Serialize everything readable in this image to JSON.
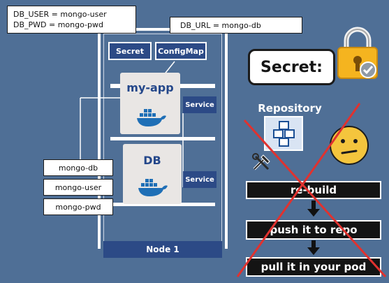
{
  "env_config": {
    "user_line": "DB_USER = mongo-user",
    "pwd_line": "DB_PWD = mongo-pwd",
    "url_line": "DB_URL = mongo-db"
  },
  "node": {
    "label": "Node 1",
    "secret_label": "Secret",
    "configmap_label": "ConfigMap",
    "app_pod_label": "my-app",
    "db_pod_label": "DB",
    "service_labels": [
      "Service",
      "Service"
    ]
  },
  "credentials": [
    "mongo-db",
    "mongo-user",
    "mongo-pwd"
  ],
  "secret_panel": {
    "title": "Secret:"
  },
  "repository": {
    "label": "Repository"
  },
  "steps": [
    "re-build",
    "push it to repo",
    "pull it in your pod"
  ],
  "colors": {
    "background": "#4f6f96",
    "node_bar": "#2c4a86",
    "cross": "#e0322f",
    "lock": "#f5b41f"
  },
  "icons": [
    "docker-whale-icon",
    "padlock-icon",
    "checkmark-badge-icon",
    "repository-cubes-icon",
    "tools-icon",
    "neutral-face-icon",
    "down-arrow-icon"
  ]
}
